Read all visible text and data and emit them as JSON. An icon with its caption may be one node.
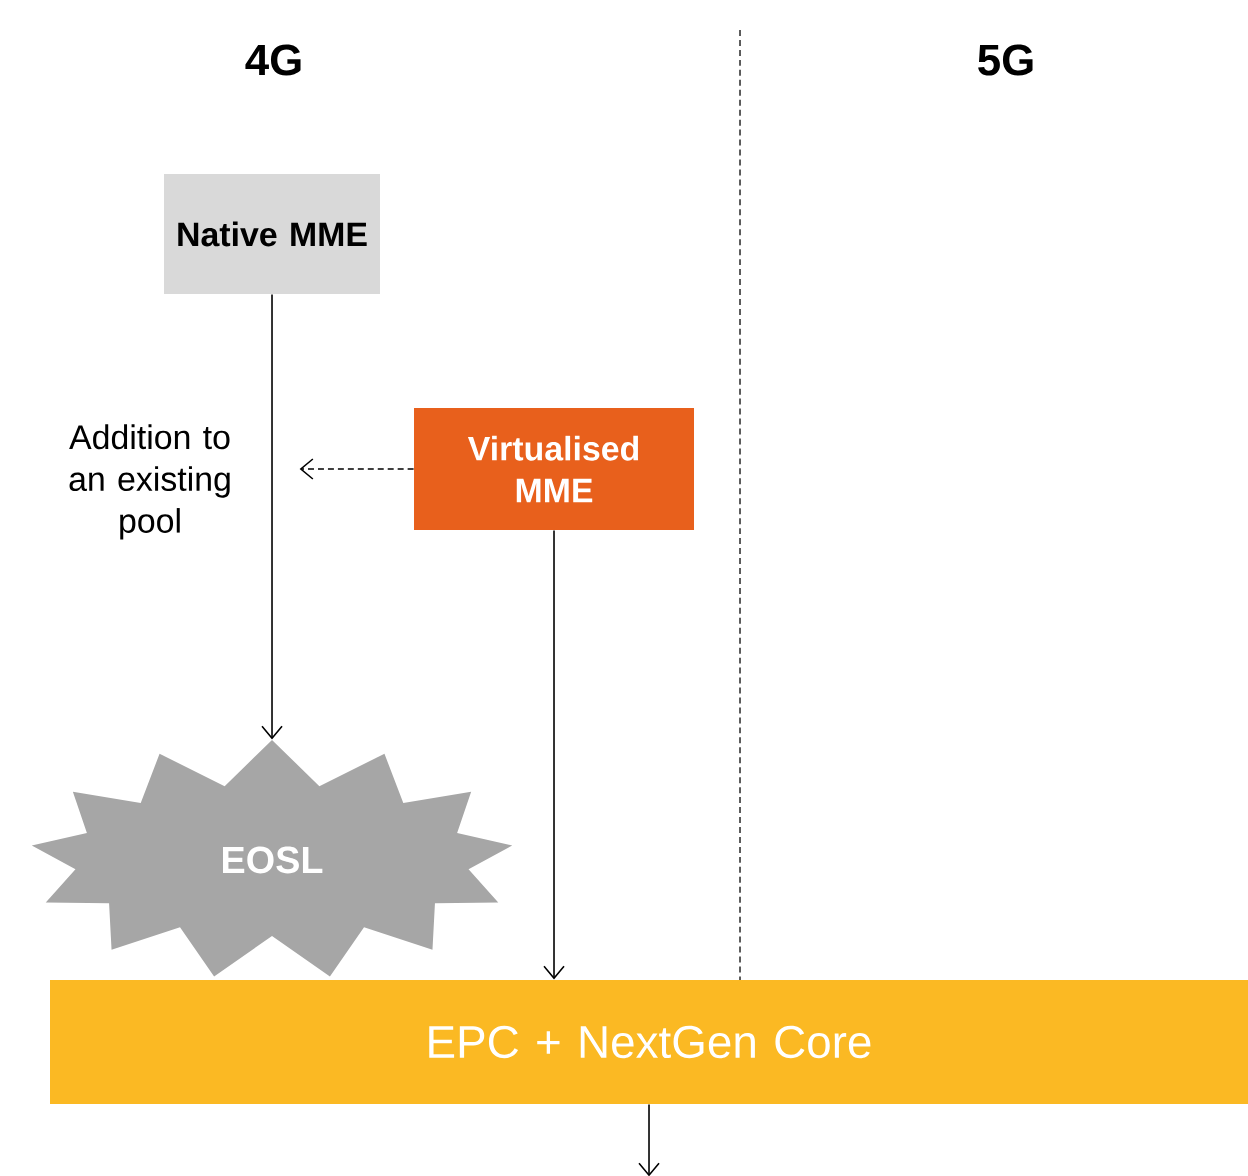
{
  "diagram": {
    "nodes": [
      {
        "text": [
          "Native MME"
        ]
      },
      {
        "text": [
          "Virtualised MME"
        ]
      },
      {
        "text": [
          "EOSL"
        ]
      },
      {
        "text": [
          "EPC + NextGen Core"
        ]
      }
    ],
    "edges": [
      {
        "from": 0,
        "to": 2,
        "arrow": "to"
      },
      {
        "from": 1,
        "to": null,
        "arrow": "to",
        "style": "dashed"
      },
      {
        "from": 1,
        "to": 3,
        "arrow": "to"
      },
      {
        "from": 3,
        "to": null,
        "arrow": "to"
      }
    ],
    "labels": [
      "4G",
      "5G",
      "Addition to an existing pool"
    ]
  }
}
